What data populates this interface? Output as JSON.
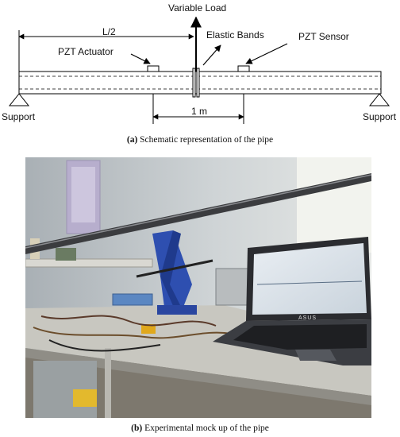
{
  "schematic": {
    "labels": {
      "variable_load": "Variable Load",
      "half_length": "L/2",
      "elastic_bands": "Elastic Bands",
      "pzt_sensor": "PZT Sensor",
      "pzt_actuator": "PZT Actuator",
      "distance": "1 m",
      "support_left": "Support",
      "support_right": "Support"
    },
    "caption": {
      "tag": "(a)",
      "text": "Schematic representation of the pipe"
    }
  },
  "photo": {
    "caption": {
      "tag": "(b)",
      "text": "Experimental mock up of the pipe"
    },
    "laptop_brand": "ASUS"
  }
}
